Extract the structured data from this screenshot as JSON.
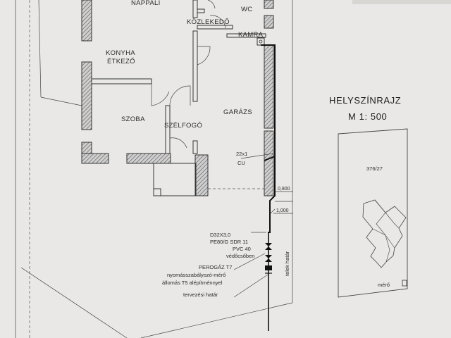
{
  "rooms": {
    "nappali": "NAPPALI",
    "wc": "WC",
    "kozlekedo": "KÖZLEKEDŐ",
    "kamra": "KAMRA",
    "konyha_line1": "KONYHA",
    "konyha_line2": "ÉTKEZŐ",
    "szoba": "SZOBA",
    "szelfogo": "SZÉLFOGÓ",
    "garazs": "GARÁZS"
  },
  "site_plan": {
    "title": "HELYSZÍNRAJZ",
    "scale": "M 1: 500",
    "parcel": "376/27",
    "meter_label": "mérő"
  },
  "pipe": {
    "inner_pipe": "22x1",
    "inner_material": "CU",
    "dim_1": "0,800",
    "dim_2": "1,000",
    "spec_1": "D32X3,0",
    "spec_2": "PE80/G SDR 11",
    "spec_3": "PVC 40",
    "spec_4": "védőcsőben",
    "device_1": "PEROGÁZ T7",
    "device_2": "nyomásszabályozó-mérő",
    "device_3": "állomás T5 alépítménnyel",
    "boundary_label": "telek határ",
    "design_boundary": "tervezési határ"
  }
}
